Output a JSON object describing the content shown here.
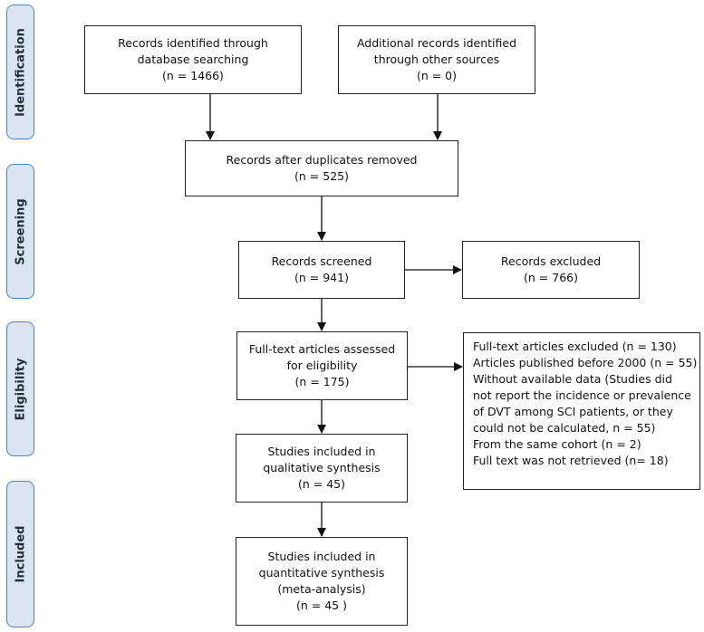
{
  "phases": {
    "identification": "Identification",
    "screening": "Screening",
    "eligibility": "Eligibility",
    "included": "Included"
  },
  "boxes": {
    "database_search": [
      "Records identified through",
      "database searching",
      "(n = 1466)"
    ],
    "other_sources": [
      "Additional records identified",
      "through other sources",
      "(n =  0)"
    ],
    "after_duplicates": [
      "Records after duplicates removed",
      "(n = 525)"
    ],
    "screened": [
      "Records screened",
      "(n =  941)"
    ],
    "excluded": [
      "Records excluded",
      "(n =  766)"
    ],
    "fulltext_assessed": [
      "Full-text articles assessed",
      "for eligibility",
      "(n =  175)"
    ],
    "fulltext_excluded": [
      "Full-text articles excluded (n = 130)",
      "Articles published before 2000 (n = 55)",
      "Without available data (Studies did",
      "not report the incidence or prevalence",
      "of DVT among SCI patients, or they",
      "could not be calculated, n = 55)",
      "From the same cohort (n = 2)",
      "Full text was not retrieved (n= 18)"
    ],
    "qualitative": [
      "Studies included in",
      "qualitative synthesis",
      "(n = 45)"
    ],
    "quantitative": [
      "Studies included in",
      "quantitative synthesis",
      "(meta-analysis)",
      "(n =  45 )"
    ]
  },
  "colors": {
    "phase_fill": "#dbe5f1",
    "phase_border": "#4f81bd",
    "box_border": "#222222",
    "arrow": "#111111"
  }
}
